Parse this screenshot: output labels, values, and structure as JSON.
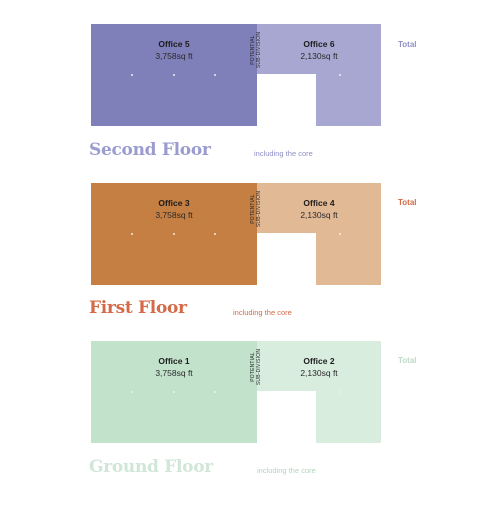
{
  "floors": {
    "second": {
      "title": "Second Floor",
      "note": "including the core",
      "total_label": "Total",
      "colors": {
        "main": "#7f7fb9",
        "annex": "#a7a7d2",
        "title": "#9a9cd0",
        "note": "#8f8fc6",
        "total": "#8f90c7"
      },
      "offices": [
        {
          "name": "Office 5",
          "area": "3,758sq ft"
        },
        {
          "name": "Office 6",
          "area": "2,130sq ft"
        }
      ],
      "subdivision": [
        "POTENTIAL",
        "SUB-DIVISION"
      ]
    },
    "first": {
      "title": "First Floor",
      "note": "including the core",
      "total_label": "Total",
      "colors": {
        "main": "#c57f42",
        "annex": "#e2b995",
        "title": "#d46a47",
        "note": "#d46a47",
        "total": "#d46a47"
      },
      "offices": [
        {
          "name": "Office 3",
          "area": "3,758sq ft"
        },
        {
          "name": "Office 4",
          "area": "2,130sq ft"
        }
      ],
      "subdivision": [
        "POTENTIAL",
        "SUB-DIVISION"
      ]
    },
    "ground": {
      "title": "Ground Floor",
      "note": "including the core",
      "total_label": "Total",
      "colors": {
        "main": "#c3e2cb",
        "annex": "#d9eddf",
        "title": "#cfe6d8",
        "note": "#b5d3bf",
        "total": "#bcdcc5"
      },
      "offices": [
        {
          "name": "Office 1",
          "area": "3,758sq ft"
        },
        {
          "name": "Office 2",
          "area": "2,130sq ft"
        }
      ],
      "subdivision": [
        "POTENTIAL",
        "SUB-DIVISION"
      ]
    }
  }
}
